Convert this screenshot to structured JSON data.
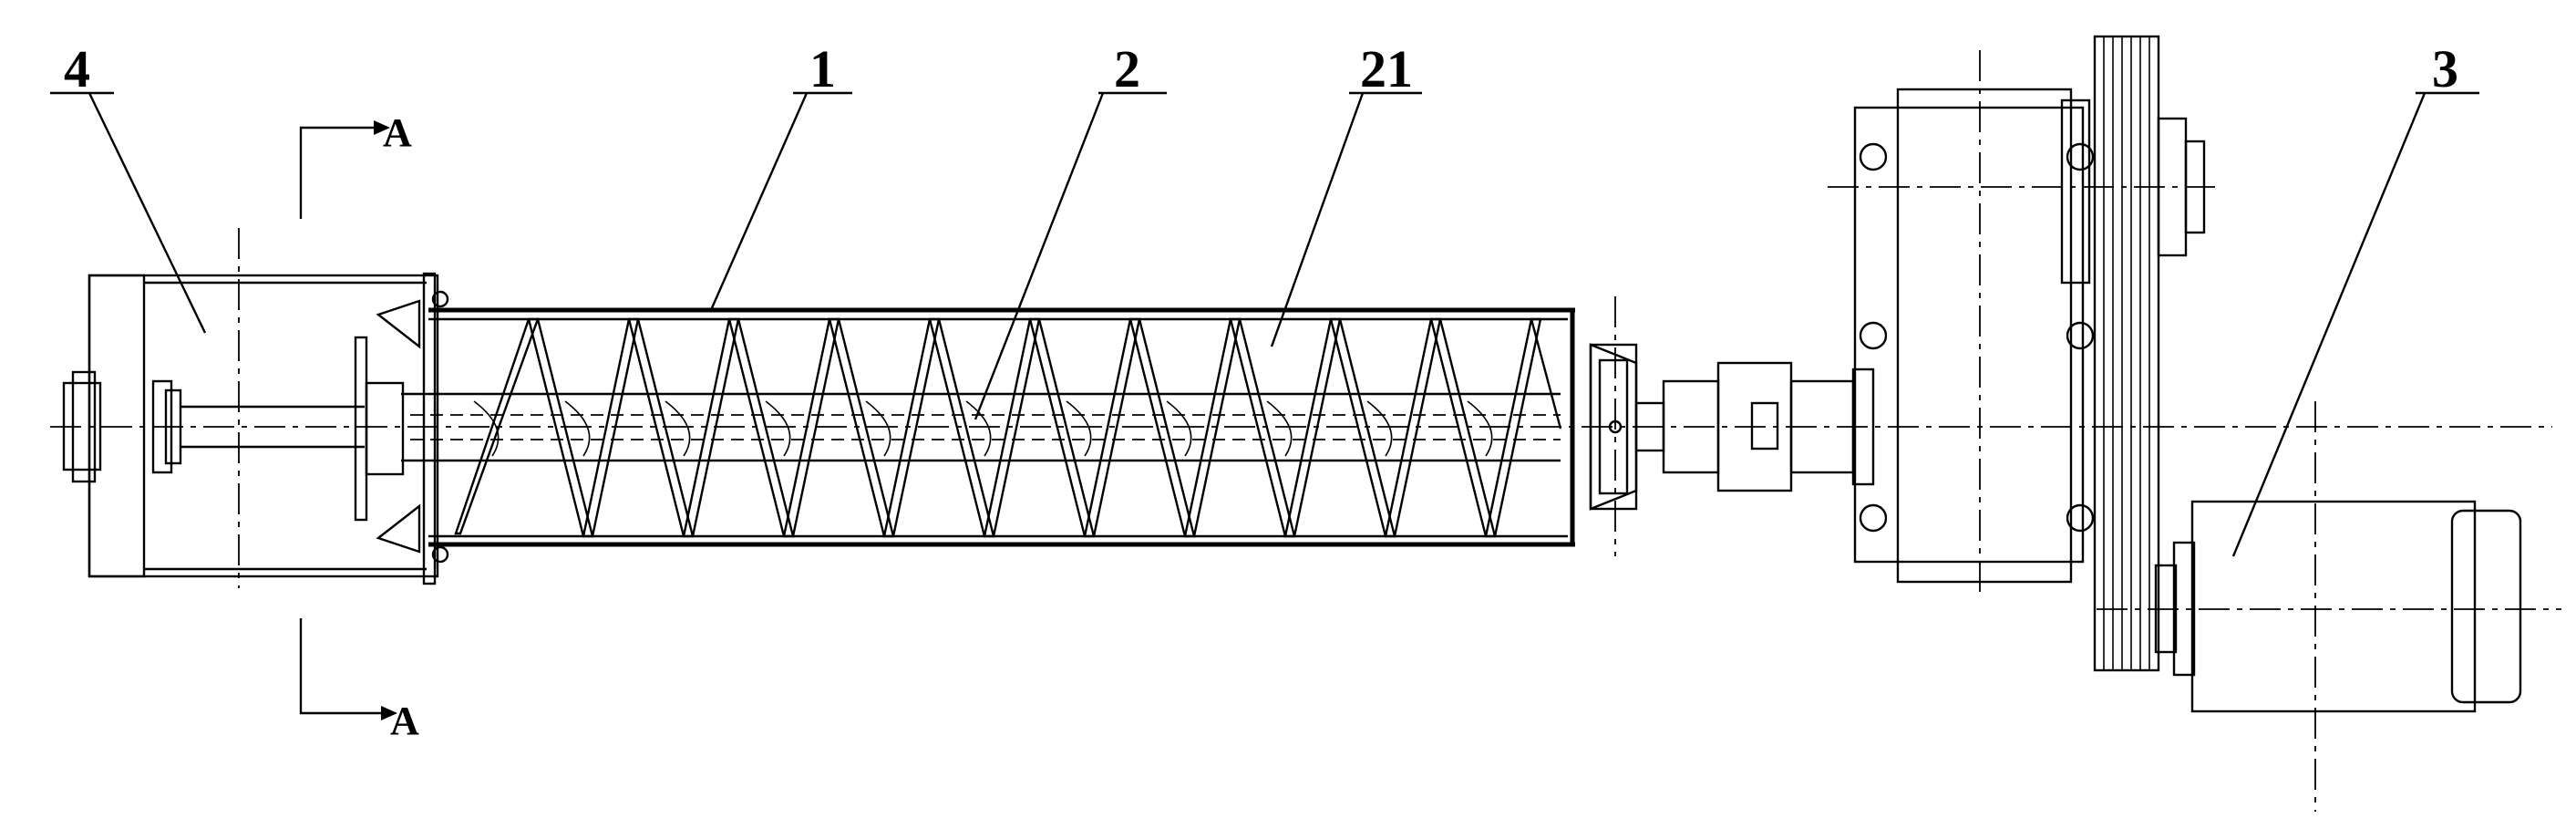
{
  "labels": {
    "part_4": "4",
    "part_1": "1",
    "part_2": "2",
    "part_21": "21",
    "part_3": "3"
  },
  "section_marks": {
    "top": "A",
    "bottom": "A"
  }
}
